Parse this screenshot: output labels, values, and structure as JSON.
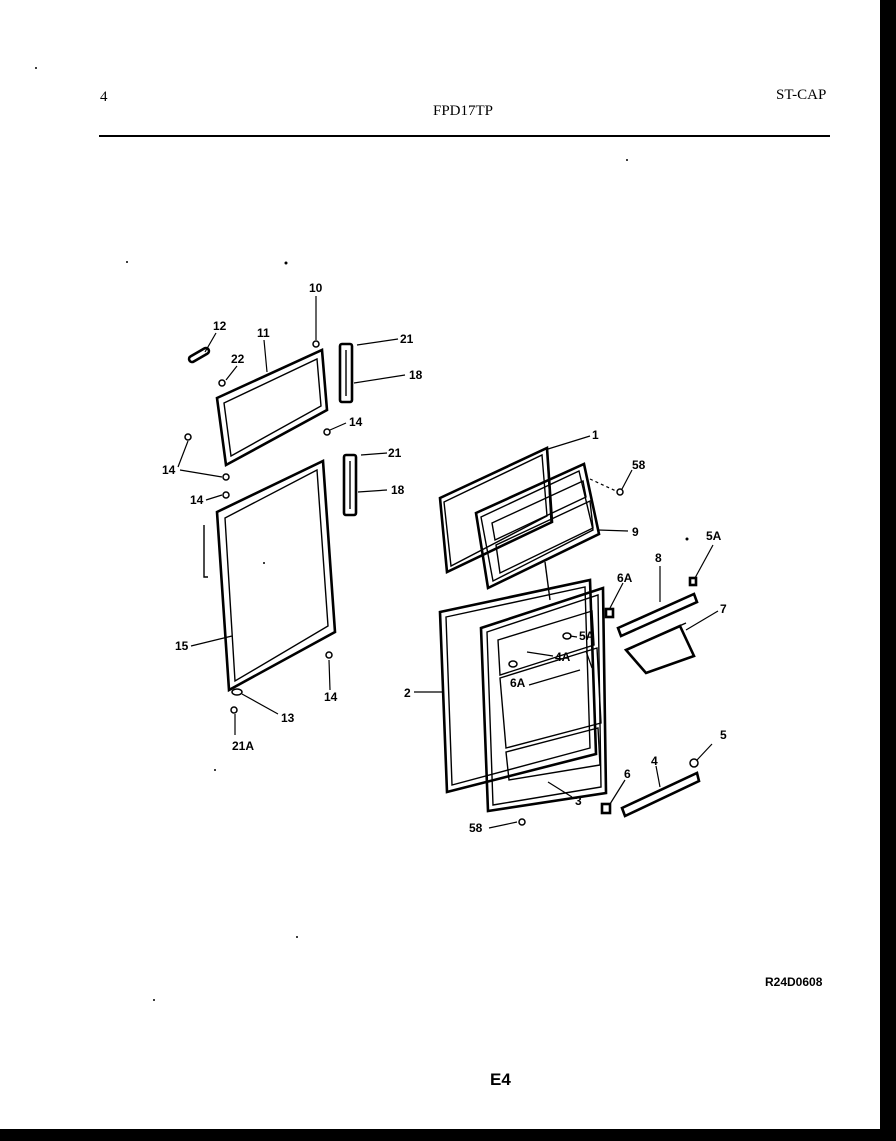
{
  "header": {
    "page_number": "4",
    "model": "FPD17TP",
    "code": "ST-CAP"
  },
  "footer": {
    "reference": "R24D0608",
    "page_code": "E4"
  },
  "callouts": {
    "c1": "1",
    "c2": "2",
    "c3": "3",
    "c4": "4",
    "c4a": "4A",
    "c5": "5",
    "c5a": "5A",
    "c5a_b": "5A",
    "c6": "6",
    "c6a": "6A",
    "c6a_b": "6A",
    "c7": "7",
    "c8": "8",
    "c9": "9",
    "c10": "10",
    "c11": "11",
    "c12": "12",
    "c13": "13",
    "c14a": "14",
    "c14b": "14",
    "c14c": "14",
    "c14d": "14",
    "c15": "15",
    "c18a": "18",
    "c18b": "18",
    "c21a": "21",
    "c21b": "21",
    "c21A": "21A",
    "c22": "22",
    "c58a": "58",
    "c58b": "58"
  }
}
